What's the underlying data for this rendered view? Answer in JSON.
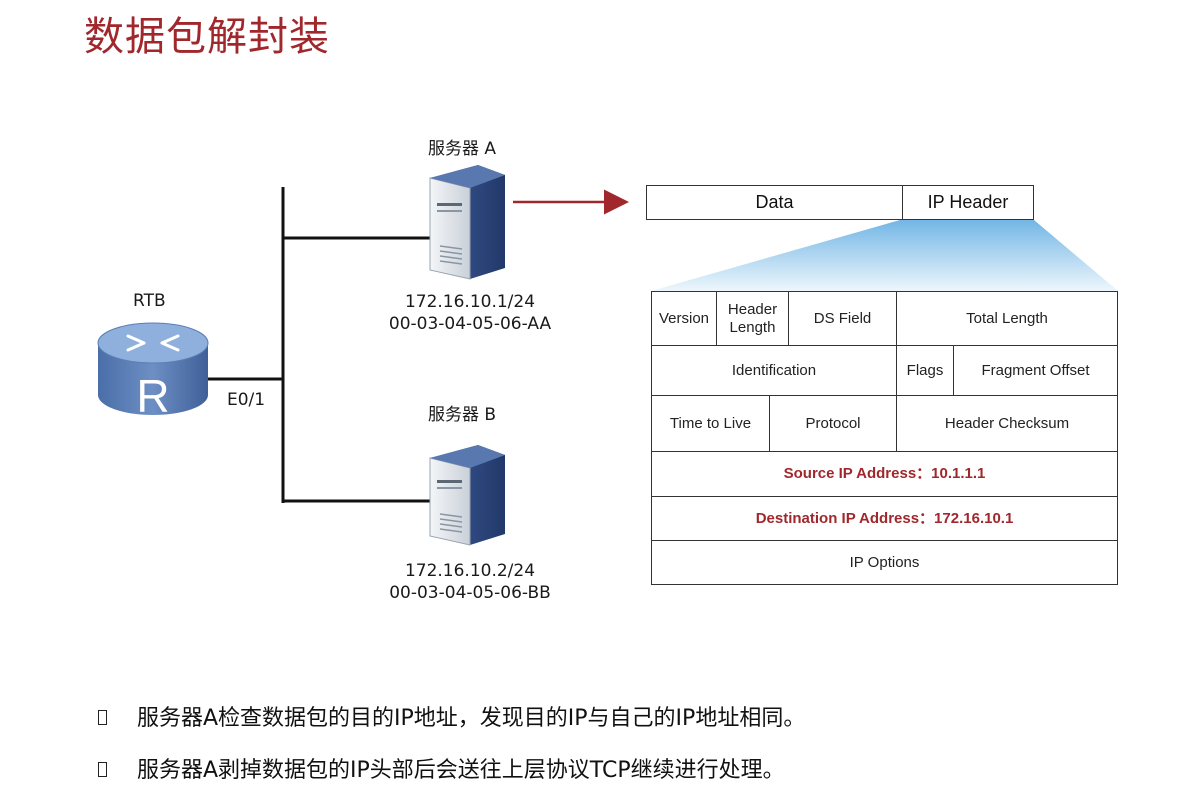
{
  "title": "数据包解封装",
  "router": {
    "name": "RTB",
    "port": "E0/1",
    "letter": "R"
  },
  "server_a": {
    "name": "服务器 A",
    "ip": "172.16.10.1/24",
    "mac": "00-03-04-05-06-AA"
  },
  "server_b": {
    "name": "服务器 B",
    "ip": "172.16.10.2/24",
    "mac": "00-03-04-05-06-BB"
  },
  "packet": {
    "data": "Data",
    "ip_header": "IP Header"
  },
  "ip_header_fields": {
    "version": "Version",
    "header_length_1": "Header",
    "header_length_2": "Length",
    "ds_field": "DS Field",
    "total_length": "Total Length",
    "identification": "Identification",
    "flags": "Flags",
    "fragment_offset": "Fragment Offset",
    "ttl": "Time to Live",
    "protocol": "Protocol",
    "checksum": "Header Checksum",
    "source": "Source IP Address：10.1.1.1",
    "destination": "Destination IP Address：172.16.10.1",
    "options": "IP  Options"
  },
  "notes": [
    "服务器A检查数据包的目的IP地址，发现目的IP与自己的IP地址相同。",
    "服务器A剥掉数据包的IP头部后会送往上层协议TCP继续进行处理。"
  ],
  "colors": {
    "accent": "#a0282d",
    "server_blue": "#2f4e8a",
    "router_blue": "#5a7fb8",
    "fan_blue": "#9fcbe9"
  }
}
